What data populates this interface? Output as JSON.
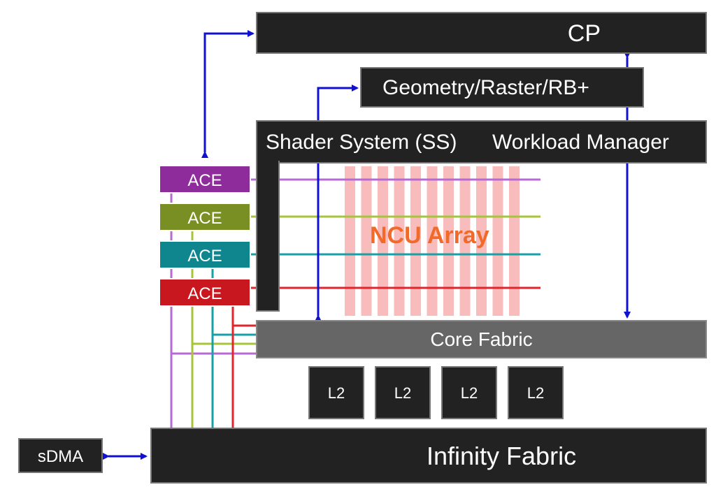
{
  "title": "",
  "blocks": {
    "cp": "CP",
    "geometry": "Geometry/Raster/RB+",
    "shader_system": "Shader System (SS)",
    "workload_manager": "Workload Manager",
    "ncu_array": "NCU Array",
    "core_fabric": "Core Fabric",
    "l2": [
      "L2",
      "L2",
      "L2",
      "L2"
    ],
    "infinity_fabric": "Infinity Fabric",
    "sdma": "sDMA"
  },
  "aces": [
    {
      "label": "ACE",
      "color": "#8e2c9c",
      "line_color": "#b76ad6"
    },
    {
      "label": "ACE",
      "color": "#7a8f23",
      "line_color": "#a6c53a"
    },
    {
      "label": "ACE",
      "color": "#0f868e",
      "line_color": "#17a0a8"
    },
    {
      "label": "ACE",
      "color": "#c8171e",
      "line_color": "#e0262c"
    }
  ],
  "colors": {
    "arrow": "#1010d0",
    "ncu_stripe": "#f8bcbc",
    "ncu_label": "#f26a2a",
    "block_dark": "#222222",
    "core_fabric": "#666666"
  },
  "ncu_stripe_count": 11
}
